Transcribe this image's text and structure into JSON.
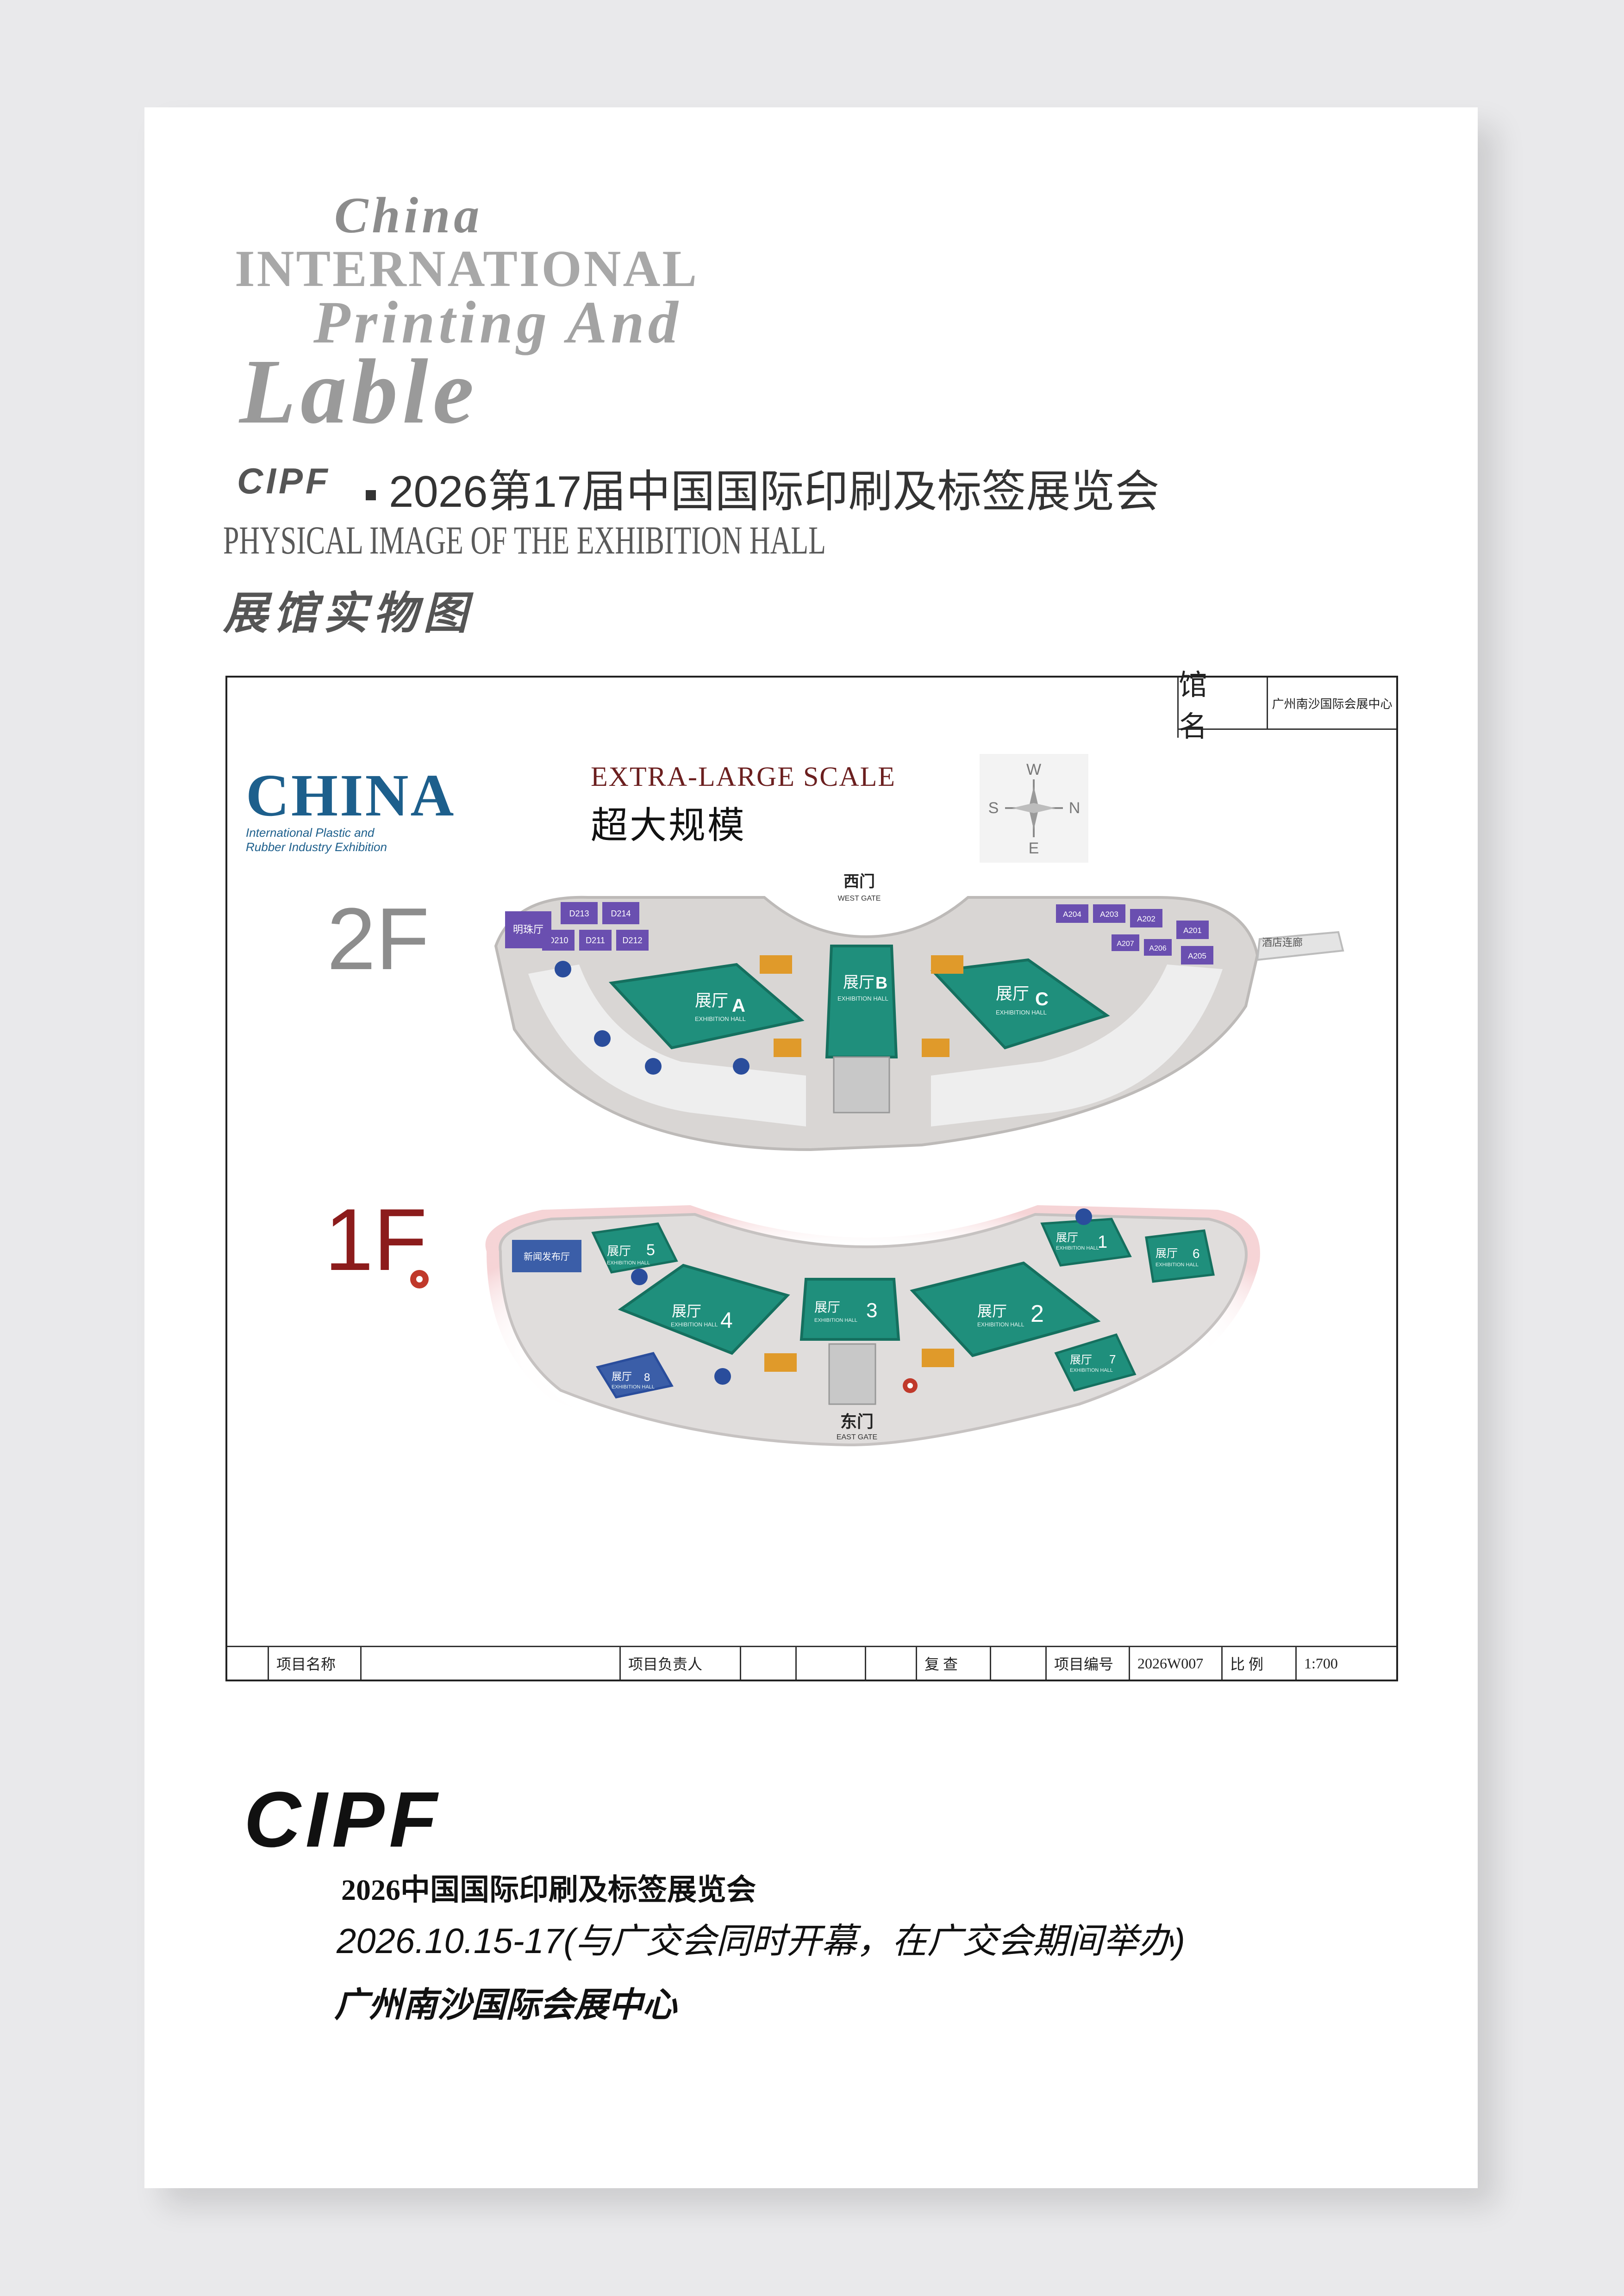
{
  "header": {
    "china": "China",
    "international": "INTERNATIONAL",
    "printing_and": "Printing And",
    "lable": "Lable",
    "cipf": "CIPF",
    "title_zh": "2026第17届中国国际印刷及标签展览会",
    "physical_en": "PHYSICAL IMAGE OF THE EXHIBITION HALL",
    "physical_zh": "展馆实物图"
  },
  "map": {
    "title_block": {
      "label": "馆 名",
      "value": "广州南沙国际会展中心"
    },
    "logo": {
      "name": "CHINA",
      "sub_line1": "International Plastic and",
      "sub_line2": "Rubber Industry Exhibition"
    },
    "scale_en": "EXTRA-LARGE SCALE",
    "scale_zh": "超大规模",
    "compass": {
      "n": "W",
      "s": "E",
      "w": "S",
      "e": "N"
    },
    "floor_2f": "2F",
    "floor_1f": "1F",
    "west_gate_zh": "西门",
    "west_gate_en": "WEST GATE",
    "east_gate_zh": "东门",
    "east_gate_en": "EAST GATE",
    "halls_2f": [
      {
        "zh": "展厅",
        "id": "A",
        "en": "EXHIBITION HALL"
      },
      {
        "zh": "展厅",
        "id": "B",
        "en": "EXHIBITION HALL"
      },
      {
        "zh": "展厅",
        "id": "C",
        "en": "EXHIBITION HALL"
      }
    ],
    "halls_1f": [
      {
        "zh": "展厅",
        "id": "5",
        "en": "EXHIBITION HALL"
      },
      {
        "zh": "展厅",
        "id": "4",
        "en": "EXHIBITION HALL"
      },
      {
        "zh": "展厅",
        "id": "3",
        "en": "EXHIBITION HALL"
      },
      {
        "zh": "展厅",
        "id": "2",
        "en": "EXHIBITION HALL"
      },
      {
        "zh": "展厅",
        "id": "1",
        "en": "EXHIBITION HALL"
      },
      {
        "zh": "展厅",
        "id": "6",
        "en": "EXHIBITION HALL"
      },
      {
        "zh": "展厅",
        "id": "7",
        "en": "EXHIBITION HALL"
      },
      {
        "zh": "展厅",
        "id": "8",
        "en": "EXHIBITION HALL"
      }
    ],
    "rooms_left": [
      "D213",
      "D214",
      "D210",
      "D211",
      "D212"
    ],
    "rooms_right": [
      "A204",
      "A203",
      "A202",
      "A201",
      "A205",
      "A206",
      "A207"
    ],
    "hall_label_2f_left": "明珠厅",
    "hall_label_1f_left": "新闻发布厅",
    "hotel_label": "酒店连廊",
    "bottom_row": {
      "project_name": "项目名称",
      "project_lead": "项目负责人",
      "review": "复 查",
      "project_no_label": "项目编号",
      "project_no": "2026W007",
      "ratio_label": "比 例",
      "ratio": "1:700"
    }
  },
  "footer": {
    "cipf": "CIPF",
    "line1": "2026中国国际印刷及标签展览会",
    "line2": "2026.10.15-17(与广交会同时开幕，在广交会期间举办)",
    "line3": "广州南沙国际会展中心"
  },
  "colors": {
    "teal": "#1f8f7c",
    "teal_dark": "#15705f",
    "purple": "#6a4fb0",
    "orange": "#e09a2a",
    "floor_grey": "#d8d5d3",
    "red": "#8c1c1c"
  }
}
